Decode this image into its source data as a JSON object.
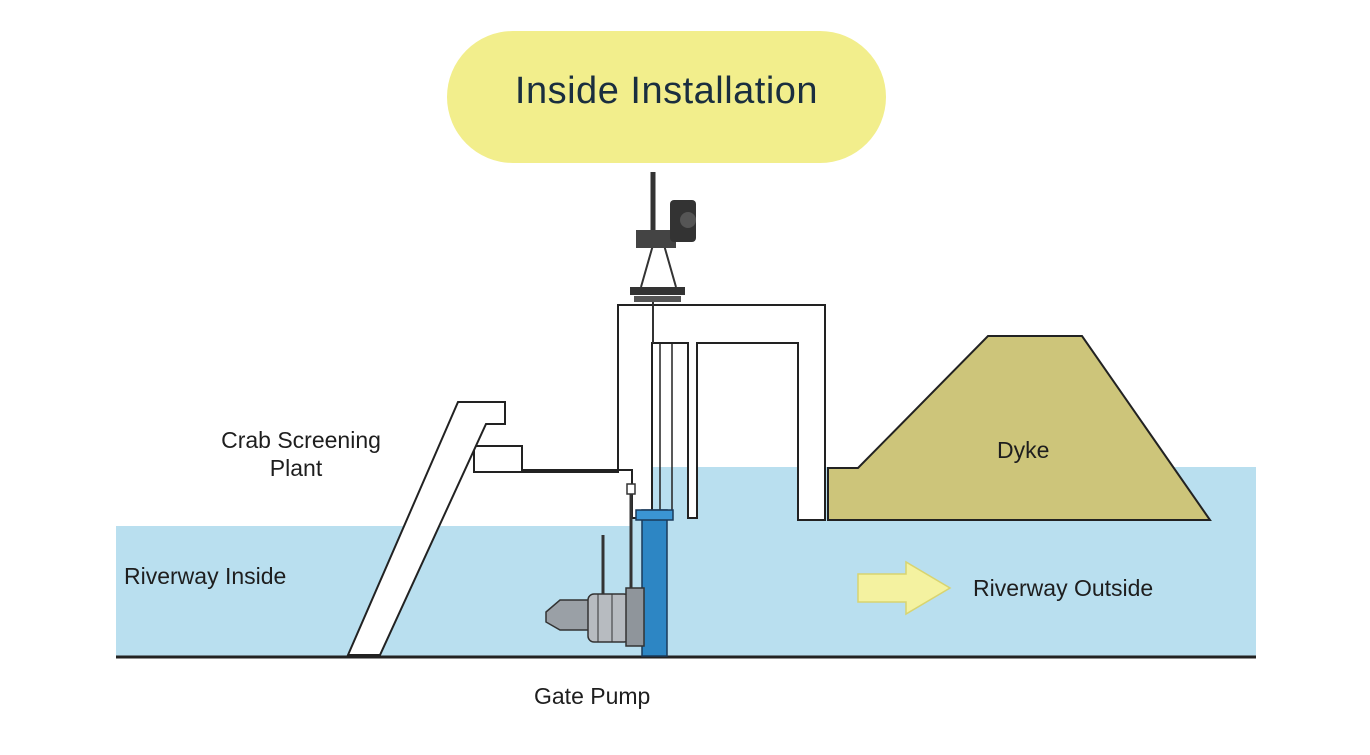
{
  "title": "Inside Installation",
  "labels": {
    "crab_screening_plant": "Crab Screening\nPlant",
    "dyke": "Dyke",
    "riverway_inside": "Riverway Inside",
    "riverway_outside": "Riverway Outside",
    "gate_pump": "Gate Pump"
  },
  "colors": {
    "title_bubble": "#f2ee8c",
    "water": "#b9dfef",
    "dyke": "#cdc57a",
    "pump_pipe": "#2d86c4",
    "flow_arrow": "#f4f2a0",
    "structure_outline": "#222222"
  },
  "icons": {
    "flow_arrow": "arrow-right-icon",
    "pump": "pump-icon",
    "hoist": "hoist-icon"
  }
}
